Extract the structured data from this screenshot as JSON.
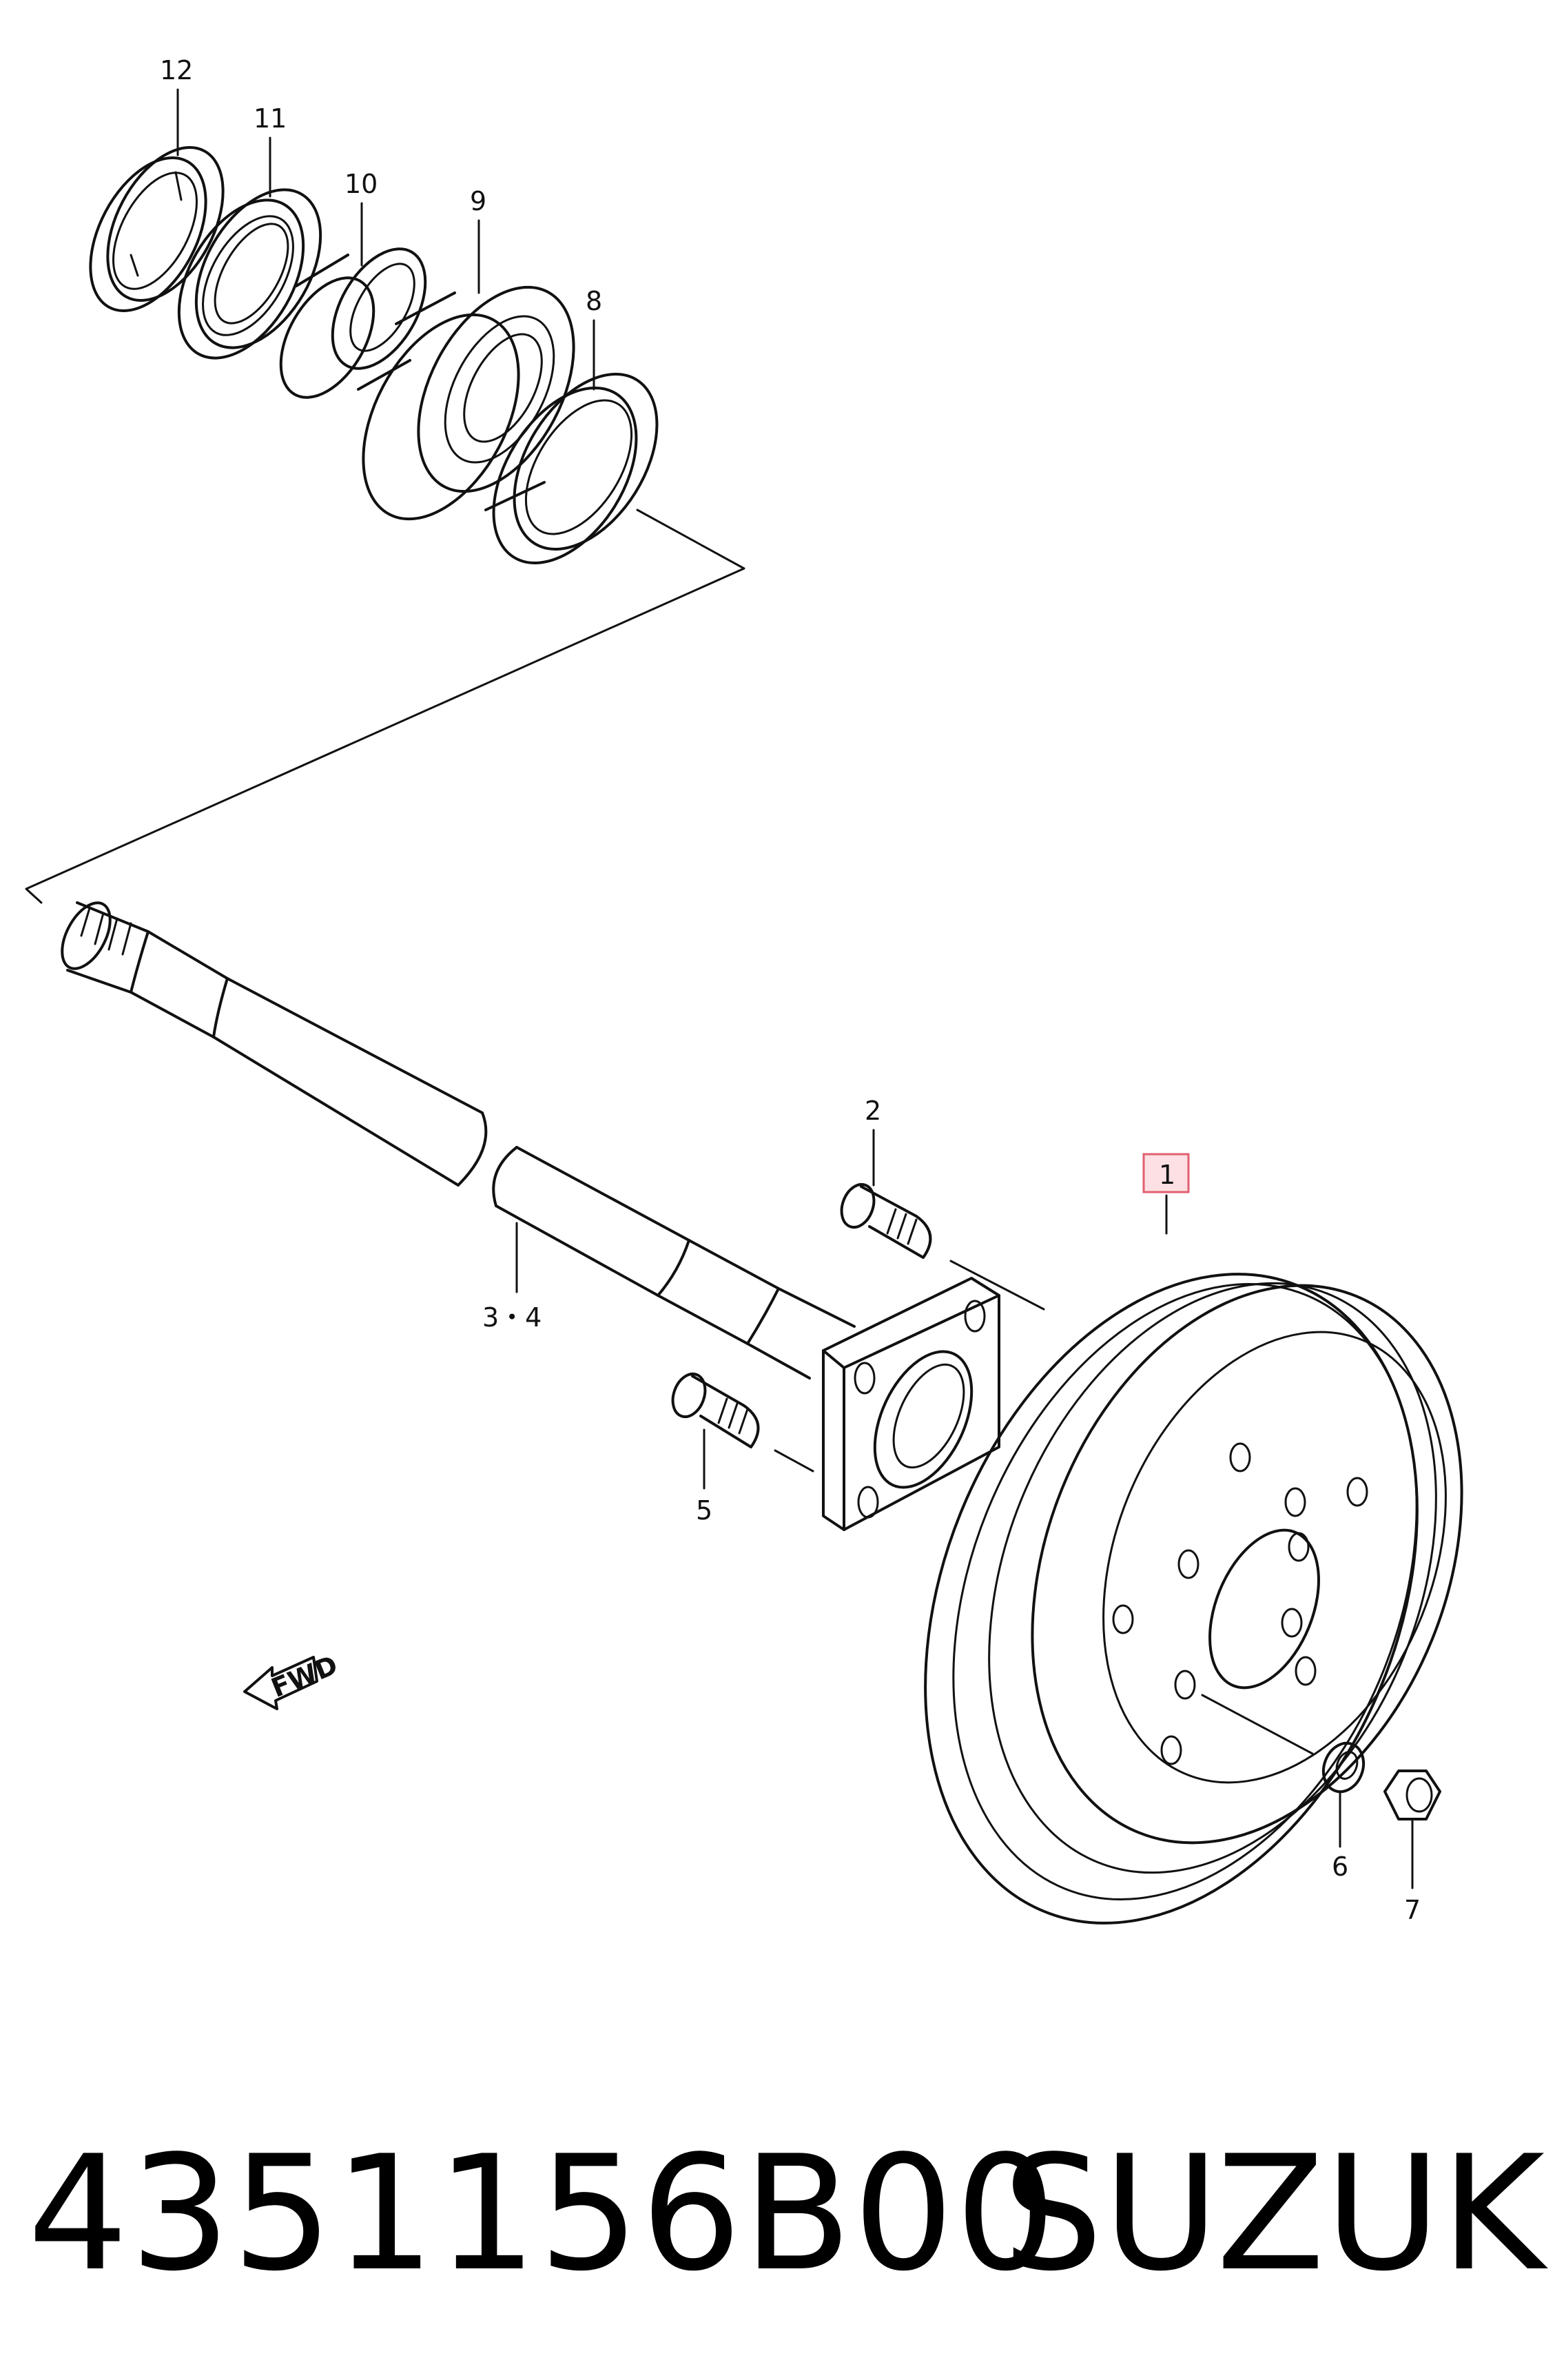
{
  "callouts": {
    "c1": "1",
    "c2": "2",
    "c34": "3・4",
    "c5": "5",
    "c6": "6",
    "c7": "7",
    "c8": "8",
    "c9": "9",
    "c10": "10",
    "c11": "11",
    "c12": "12"
  },
  "fwd_label": "FWD",
  "footer": {
    "part_number": "4351156B00",
    "brand": "SUZUKI"
  },
  "colors": {
    "line": "#111111",
    "highlight_fill": "#fde0e3",
    "highlight_stroke": "#e06070"
  }
}
